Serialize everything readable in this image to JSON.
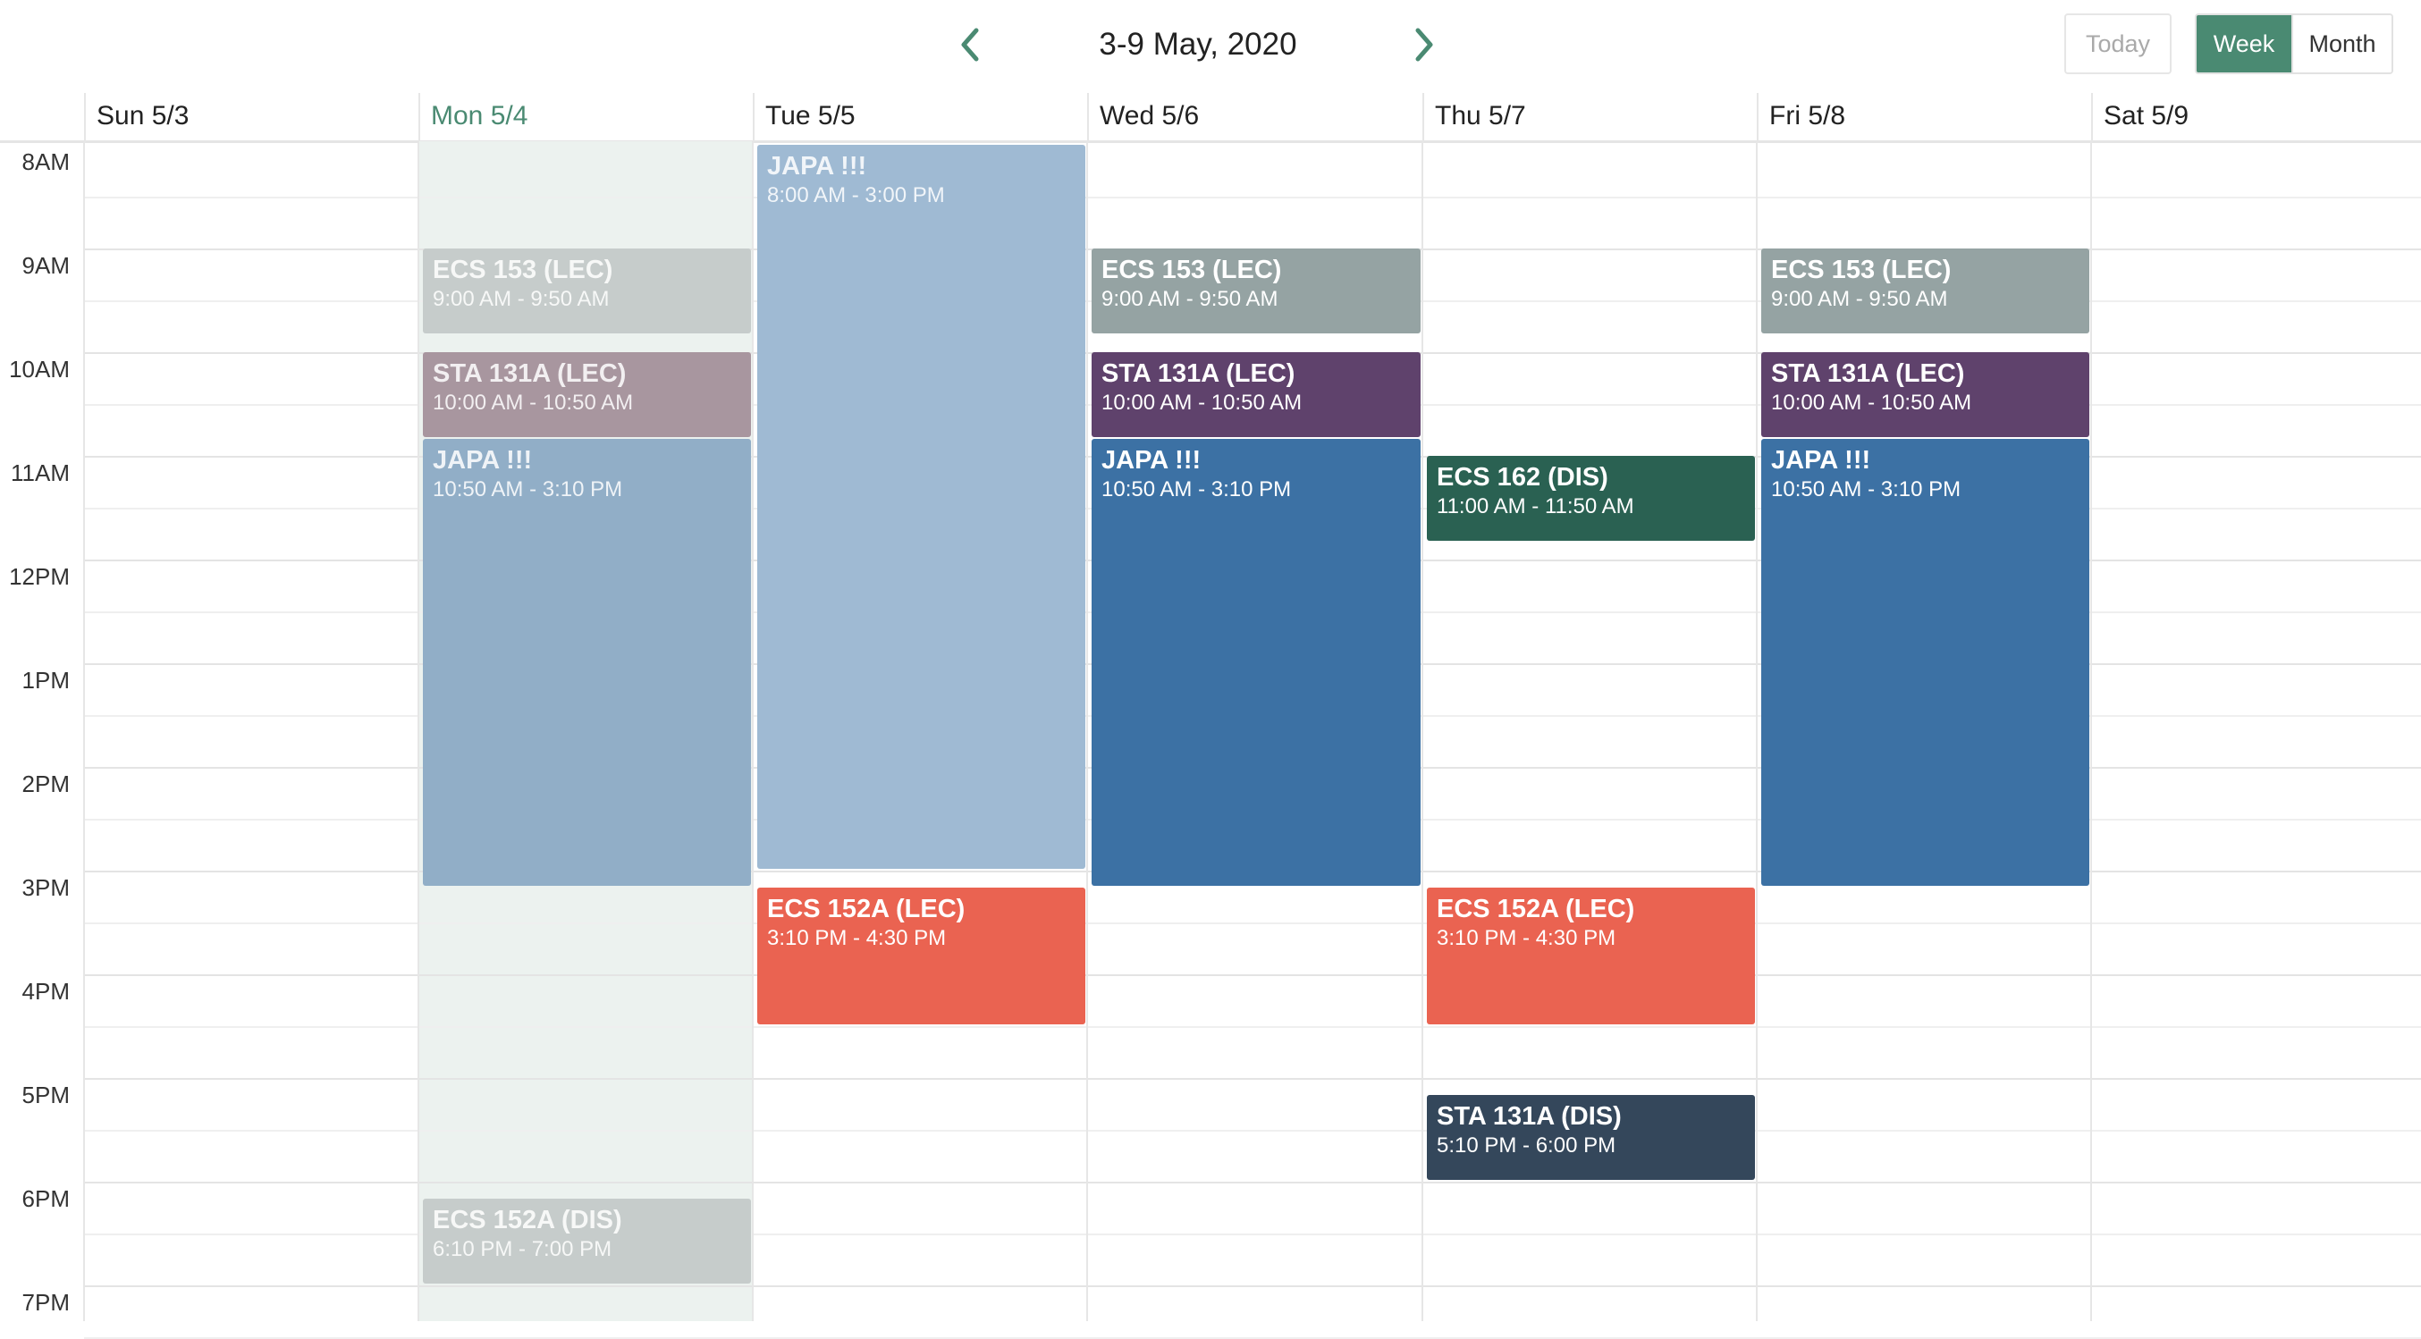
{
  "header": {
    "title": "3-9 May, 2020",
    "prev_icon": "chevron-left-icon",
    "next_icon": "chevron-right-icon",
    "today_label": "Today",
    "week_label": "Week",
    "month_label": "Month",
    "active_view": "Week",
    "accent_color": "#4a8a72"
  },
  "days": [
    {
      "label": "Sun 5/3"
    },
    {
      "label": "Mon 5/4",
      "today": true
    },
    {
      "label": "Tue 5/5"
    },
    {
      "label": "Wed 5/6"
    },
    {
      "label": "Thu 5/7"
    },
    {
      "label": "Fri 5/8"
    },
    {
      "label": "Sat 5/9"
    }
  ],
  "hours": [
    "8AM",
    "9AM",
    "10AM",
    "11AM",
    "12PM",
    "1PM",
    "2PM",
    "3PM",
    "4PM",
    "5PM",
    "6PM",
    "7PM"
  ],
  "events": [
    {
      "day": 1,
      "title": "ECS 153 (LEC)",
      "time": "9:00 AM - 9:50 AM",
      "start": 9.0,
      "end": 9.8333,
      "color": "#c6cccb",
      "past": true
    },
    {
      "day": 1,
      "title": "STA 131A (LEC)",
      "time": "10:00 AM - 10:50 AM",
      "start": 10.0,
      "end": 10.8333,
      "color": "#a8969f",
      "past": true
    },
    {
      "day": 1,
      "title": "JAPA !!!",
      "time": "10:50 AM - 3:10 PM",
      "start": 10.8333,
      "end": 15.1667,
      "color": "#91aec7",
      "past": true
    },
    {
      "day": 1,
      "title": "ECS 152A (DIS)",
      "time": "6:10 PM - 7:00 PM",
      "start": 18.1667,
      "end": 19.0,
      "color": "#c6cccb",
      "past": true
    },
    {
      "day": 2,
      "title": "JAPA !!!",
      "time": "8:00 AM - 3:00 PM",
      "start": 8.0,
      "end": 15.0,
      "color": "#9fbad3",
      "past": true
    },
    {
      "day": 2,
      "title": "ECS 152A (LEC)",
      "time": "3:10 PM - 4:30 PM",
      "start": 15.1667,
      "end": 16.5,
      "color": "#ea6351"
    },
    {
      "day": 3,
      "title": "ECS 153 (LEC)",
      "time": "9:00 AM - 9:50 AM",
      "start": 9.0,
      "end": 9.8333,
      "color": "#95a3a3"
    },
    {
      "day": 3,
      "title": "STA 131A (LEC)",
      "time": "10:00 AM - 10:50 AM",
      "start": 10.0,
      "end": 10.8333,
      "color": "#5f426c"
    },
    {
      "day": 3,
      "title": "JAPA !!!",
      "time": "10:50 AM - 3:10 PM",
      "start": 10.8333,
      "end": 15.1667,
      "color": "#3c71a4"
    },
    {
      "day": 4,
      "title": "ECS 162 (DIS)",
      "time": "11:00 AM - 11:50 AM",
      "start": 11.0,
      "end": 11.8333,
      "color": "#2a6152"
    },
    {
      "day": 4,
      "title": "ECS 152A (LEC)",
      "time": "3:10 PM - 4:30 PM",
      "start": 15.1667,
      "end": 16.5,
      "color": "#ea6351"
    },
    {
      "day": 4,
      "title": "STA 131A (DIS)",
      "time": "5:10 PM - 6:00 PM",
      "start": 17.1667,
      "end": 18.0,
      "color": "#34475b"
    },
    {
      "day": 5,
      "title": "ECS 153 (LEC)",
      "time": "9:00 AM - 9:50 AM",
      "start": 9.0,
      "end": 9.8333,
      "color": "#95a3a3"
    },
    {
      "day": 5,
      "title": "STA 131A (LEC)",
      "time": "10:00 AM - 10:50 AM",
      "start": 10.0,
      "end": 10.8333,
      "color": "#5f426c"
    },
    {
      "day": 5,
      "title": "JAPA !!!",
      "time": "10:50 AM - 3:10 PM",
      "start": 10.8333,
      "end": 15.1667,
      "color": "#3c71a4"
    }
  ]
}
